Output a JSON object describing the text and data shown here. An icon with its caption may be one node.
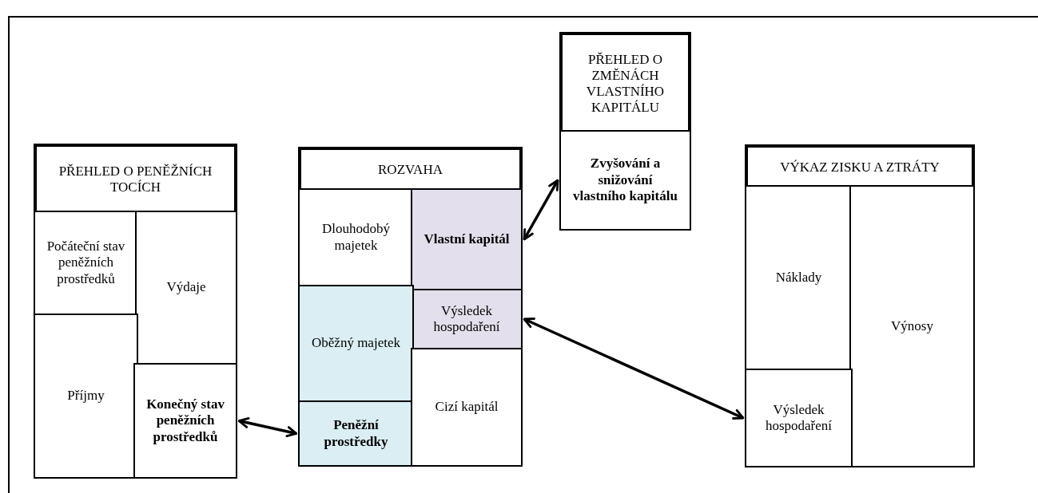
{
  "diagram": {
    "nodes": [
      {
        "text": [
          "PŘEHLED O PENĚŽNÍCH TOCÍCH"
        ]
      },
      {
        "text": [
          "Počáteční stav peněžních prostředků"
        ],
        "in": 0
      },
      {
        "text": [
          "Výdaje"
        ],
        "in": 0
      },
      {
        "text": [
          "Příjmy"
        ],
        "in": 0
      },
      {
        "text": [
          "Konečný stav peněžních prostředků"
        ],
        "in": 0
      },
      {
        "text": [
          "ROZVAHA"
        ]
      },
      {
        "text": [
          "Dlouhodobý majetek"
        ],
        "in": 5
      },
      {
        "text": [
          "Vlastní kapitál"
        ],
        "in": 5
      },
      {
        "text": [
          "Výsledek hospodaření"
        ],
        "in": 5
      },
      {
        "text": [
          "Oběžný majetek"
        ],
        "in": 5
      },
      {
        "text": [
          "Peněžní prostředky"
        ],
        "in": 5
      },
      {
        "text": [
          "Cizí kapitál"
        ],
        "in": 5
      },
      {
        "text": [
          "PŘEHLED O ZMĚNÁCH VLASTNÍHO KAPITÁLU"
        ]
      },
      {
        "text": [
          "Zvyšování a snižování vlastního kapitálu"
        ],
        "in": 12
      },
      {
        "text": [
          "VÝKAZ ZISKU A ZTRÁTY"
        ]
      },
      {
        "text": [
          "Náklady"
        ],
        "in": 14
      },
      {
        "text": [
          "Výnosy"
        ],
        "in": 14
      },
      {
        "text": [
          "Výsledek hospodaření"
        ],
        "in": 14
      }
    ],
    "edges": [
      {
        "from": 4,
        "to": 10,
        "arrow": "both"
      },
      {
        "from": 7,
        "to": 13,
        "arrow": "both"
      },
      {
        "from": 8,
        "to": 17,
        "arrow": "both"
      }
    ]
  }
}
